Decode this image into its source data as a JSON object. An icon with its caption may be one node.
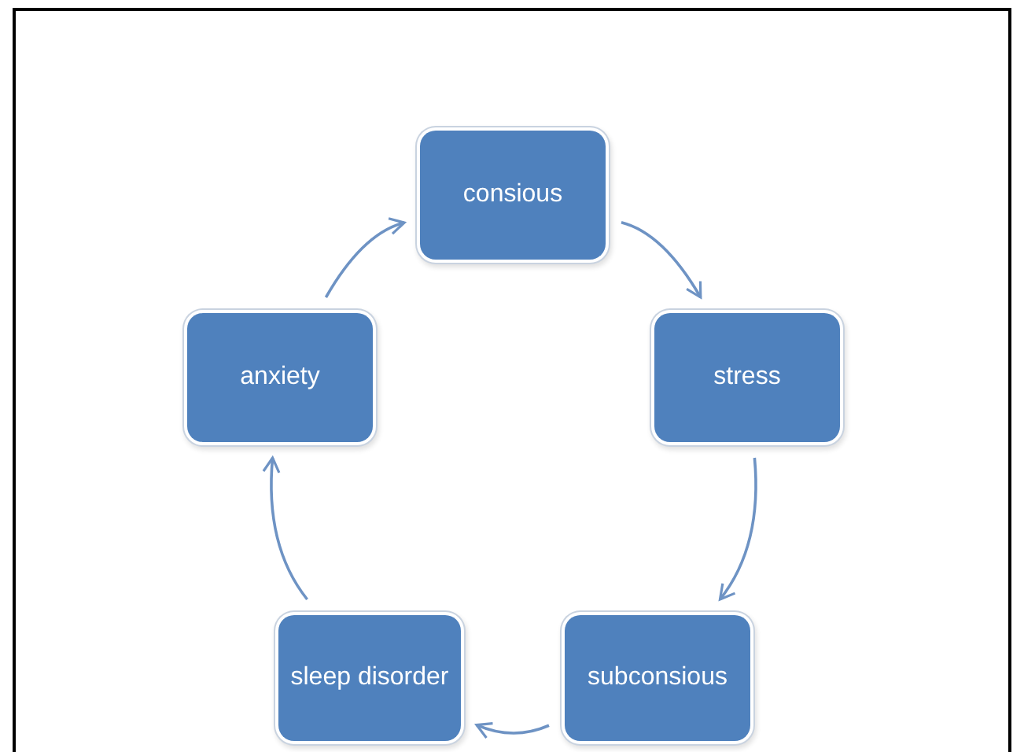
{
  "diagram": {
    "nodes": [
      {
        "text": [
          "consious"
        ]
      },
      {
        "text": [
          "stress"
        ]
      },
      {
        "text": [
          "subconsious"
        ]
      },
      {
        "text": [
          "sleep disorder"
        ]
      },
      {
        "text": [
          "anxiety"
        ]
      }
    ],
    "edges": [
      {
        "from": 0,
        "to": 1,
        "arrow": "to"
      },
      {
        "from": 1,
        "to": 2,
        "arrow": "to"
      },
      {
        "from": 2,
        "to": 3,
        "arrow": "to"
      },
      {
        "from": 3,
        "to": 4,
        "arrow": "to"
      },
      {
        "from": 4,
        "to": 0,
        "arrow": "to"
      }
    ]
  }
}
